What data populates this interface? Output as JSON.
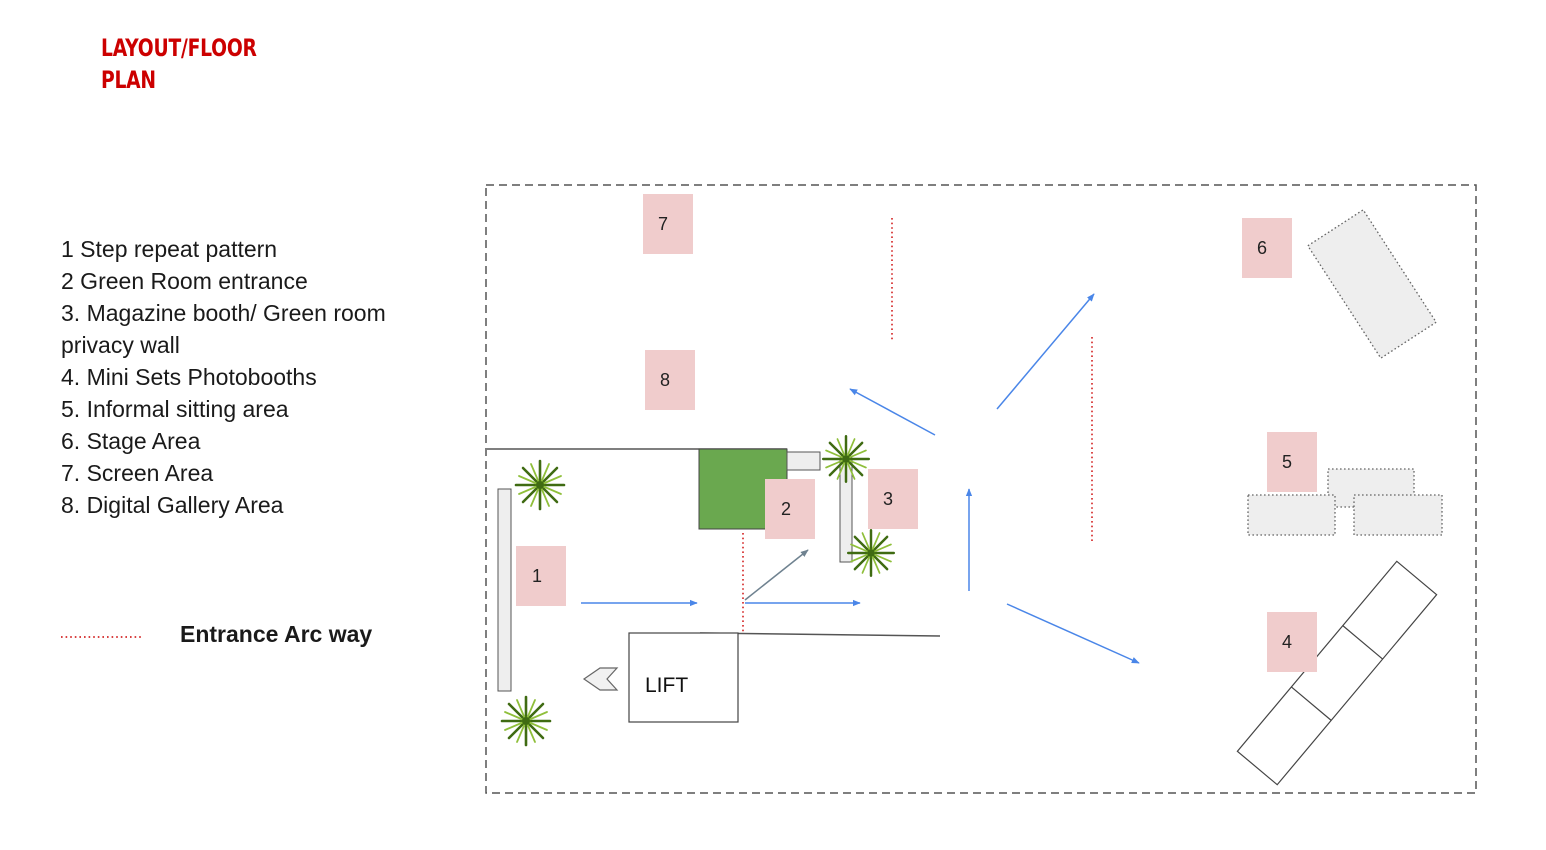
{
  "title": {
    "line1": "LAYOUT/FLOOR",
    "line2": "PLAN"
  },
  "legend": {
    "items": [
      "1 Step repeat pattern",
      "2 Green Room entrance",
      "3. Magazine booth/ Green room privacy wall",
      "4. Mini Sets Photobooths",
      "5. Informal sitting area",
      "6. Stage Area",
      "7. Screen Area",
      "8. Digital Gallery Area"
    ],
    "arc_label": "Entrance Arc way"
  },
  "areas": [
    {
      "id": "1",
      "label": "1"
    },
    {
      "id": "2",
      "label": "2"
    },
    {
      "id": "3",
      "label": "3"
    },
    {
      "id": "4",
      "label": "4"
    },
    {
      "id": "5",
      "label": "5"
    },
    {
      "id": "6",
      "label": "6"
    },
    {
      "id": "7",
      "label": "7"
    },
    {
      "id": "8",
      "label": "8"
    }
  ],
  "lift_label": "LIFT",
  "colors": {
    "title": "#cc0000",
    "area_marker": "#f0cccc",
    "green_room": "#6aa84f",
    "arrow": "#4a86e8",
    "arrow_gray": "#6f8290",
    "arc": "#cc0000",
    "boundary": "#555555",
    "furniture": "#eeeeee",
    "plant": "#4f7a1a"
  }
}
